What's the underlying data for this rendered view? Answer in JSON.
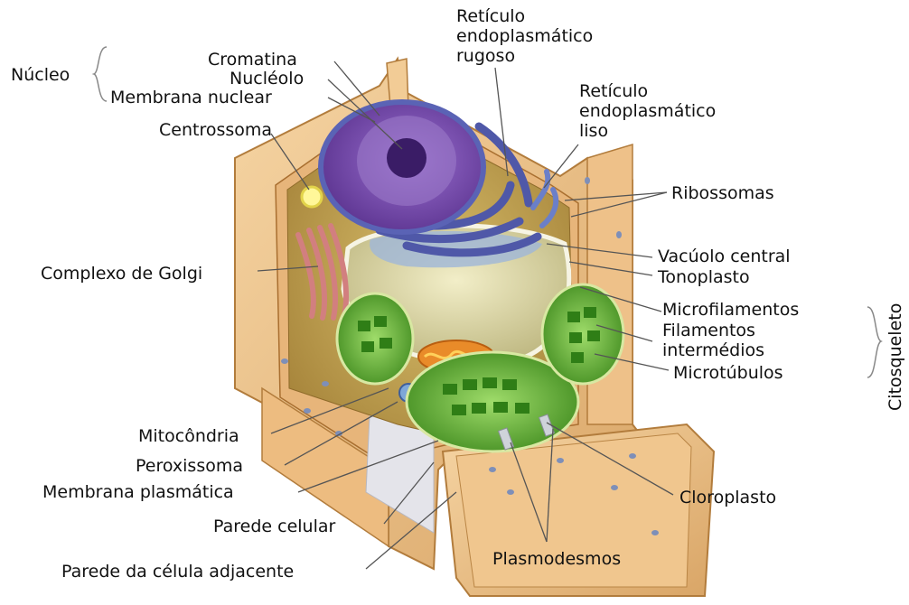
{
  "labels": {
    "nucleo": "Núcleo",
    "cromatina": "Cromatina",
    "nucleolo": "Nucléolo",
    "membrana_nuclear": "Membrana nuclear",
    "centrossoma": "Centrossoma",
    "complexo_golgi": "Complexo de Golgi",
    "mitocondria": "Mitocôndria",
    "peroxissoma": "Peroxissoma",
    "membrana_plasmatica": "Membrana plasmática",
    "parede_celular": "Parede celular",
    "parede_adjacente": "Parede da célula adjacente",
    "ret_rugoso": "Retículo\nendoplasmático\nrugoso",
    "ret_liso": "Retículo\nendoplasmático\nliso",
    "ribossomas": "Ribossomas",
    "vacuolo": "Vacúolo central",
    "tonoplasto": "Tonoplasto",
    "microfilamentos": "Microfilamentos",
    "filamentos": "Filamentos\nintermédios",
    "microtubulos": "Microtúbulos",
    "citosqueleto": "Citosqueleto",
    "cloroplasto": "Cloroplasto",
    "plasmodesmos": "Plasmodesmos"
  },
  "colors": {
    "wall": "#f0c48a",
    "wall_dark": "#c9924f",
    "cytoplasm": "#c9a85a",
    "nucleus": "#7a4fb0",
    "er": "#5a62b0",
    "vacuole": "#d8d2a0",
    "chloroplast": "#5ab02e",
    "mitochondria": "#e2862a",
    "golgi": "#d88a8a"
  }
}
